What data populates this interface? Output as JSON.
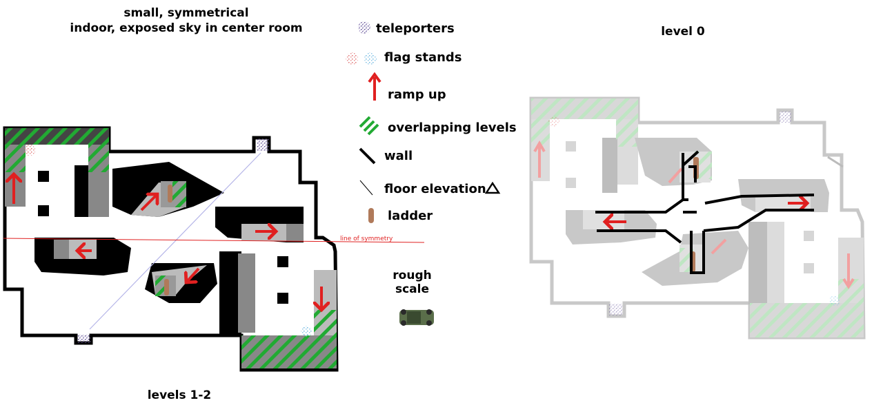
{
  "header": {
    "line1": "small, symmetrical",
    "line2": "indoor, exposed sky in center room"
  },
  "legend": {
    "teleporters": "teleporters",
    "flag_stands": "flag stands",
    "ramp_up": "ramp up",
    "overlapping_levels": "overlapping levels",
    "wall": "wall",
    "floor_elevation": "floor elevation",
    "ladder": "ladder"
  },
  "labels": {
    "level0": "level 0",
    "levels12": "levels 1-2",
    "symmetry": "line of symmetry",
    "rough": "rough",
    "scale": "scale"
  },
  "colors": {
    "ramp": "#e02020",
    "overlap": "#22aa33",
    "ladder": "#b07a5a",
    "teleporter": "#7a6aa8",
    "flag_red": "#e07070",
    "flag_blue": "#70b8e0",
    "symmetry": "#e02020",
    "faded": "#c8c8c8"
  }
}
